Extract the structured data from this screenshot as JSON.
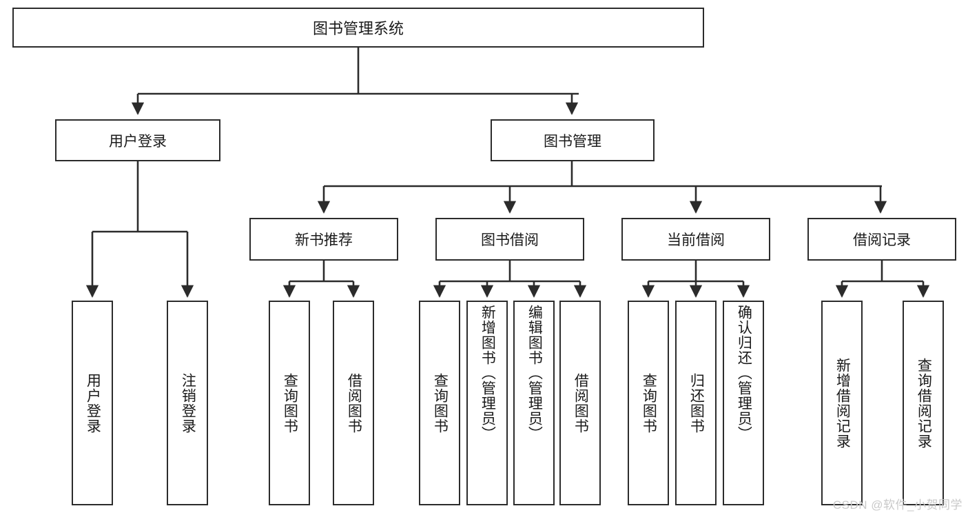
{
  "diagram": {
    "title": "图书管理系统",
    "root": {
      "label": "图书管理系统"
    },
    "level1": [
      {
        "label": "用户登录"
      },
      {
        "label": "图书管理"
      }
    ],
    "level2": [
      {
        "label": "新书推荐"
      },
      {
        "label": "图书借阅"
      },
      {
        "label": "当前借阅"
      },
      {
        "label": "借阅记录"
      }
    ],
    "leaves": {
      "user_login": [
        {
          "label": "用户登录"
        },
        {
          "label": "注销登录"
        }
      ],
      "new_book_recommend": [
        {
          "label": "查询图书"
        },
        {
          "label": "借阅图书"
        }
      ],
      "book_borrow": [
        {
          "label": "查询图书"
        },
        {
          "label": "新增图书（管理员）"
        },
        {
          "label": "编辑图书（管理员）"
        },
        {
          "label": "借阅图书"
        }
      ],
      "current_borrow": [
        {
          "label": "查询图书"
        },
        {
          "label": "归还图书"
        },
        {
          "label": "确认归还（管理员）"
        }
      ],
      "borrow_record": [
        {
          "label": "新增借阅记录"
        },
        {
          "label": "查询借阅记录"
        }
      ]
    }
  },
  "watermark": {
    "text": "CSDN @软件_小贺同学"
  },
  "colors": {
    "stroke": "#2b2b2b",
    "box_fill": "#ffffff",
    "text": "#1a1a1a",
    "watermark": "#c9c9c9",
    "background": "#ffffff"
  }
}
